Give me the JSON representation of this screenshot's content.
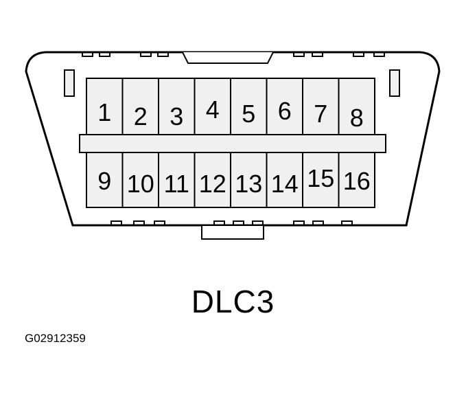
{
  "connector": {
    "title": "DLC3",
    "figure_id": "G02912359",
    "top_row_pins": [
      "1",
      "2",
      "3",
      "4",
      "5",
      "6",
      "7",
      "8"
    ],
    "bottom_row_pins": [
      "9",
      "10",
      "11",
      "12",
      "13",
      "14",
      "15",
      "16"
    ]
  },
  "colors": {
    "line": "#000000",
    "pin_fill": "#f0f0f0",
    "background": "#ffffff"
  }
}
